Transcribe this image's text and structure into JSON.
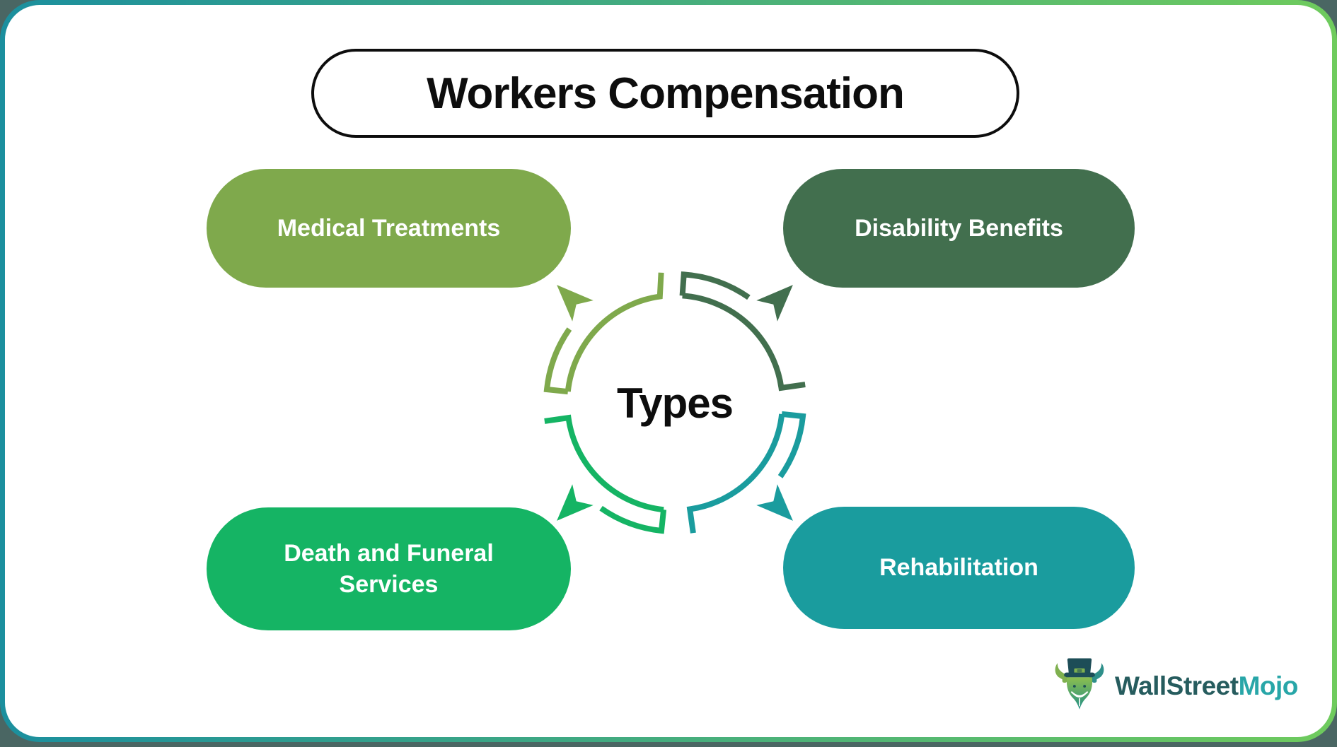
{
  "page": {
    "title": "Workers Compensation"
  },
  "colors": {
    "outside_bg": "#4A6663",
    "border_gradient_start": "#1B8F9E",
    "border_gradient_end": "#6FCB5D",
    "card_bg": "#FFFFFF",
    "title_text": "#0D0D0D",
    "light_green": "#7FA94C",
    "dark_green": "#426F4E",
    "bright_green": "#15B464",
    "teal": "#1A9C9E",
    "pill_text": "#FFFFFF"
  },
  "center": {
    "label": "Types"
  },
  "pills": [
    {
      "label": "Medical Treatments",
      "color": "#7FA94C",
      "position": "top-left"
    },
    {
      "label": "Disability Benefits",
      "color": "#426F4E",
      "position": "top-right"
    },
    {
      "label": "Death and Funeral Services",
      "color": "#15B464",
      "position": "bottom-left"
    },
    {
      "label": "Rehabilitation",
      "color": "#1A9C9E",
      "position": "bottom-right"
    }
  ],
  "logo": {
    "part1": "WallStreet",
    "part2": "Mojo",
    "part1_color": "#265C5E",
    "part2_color": "#28A6A8"
  }
}
